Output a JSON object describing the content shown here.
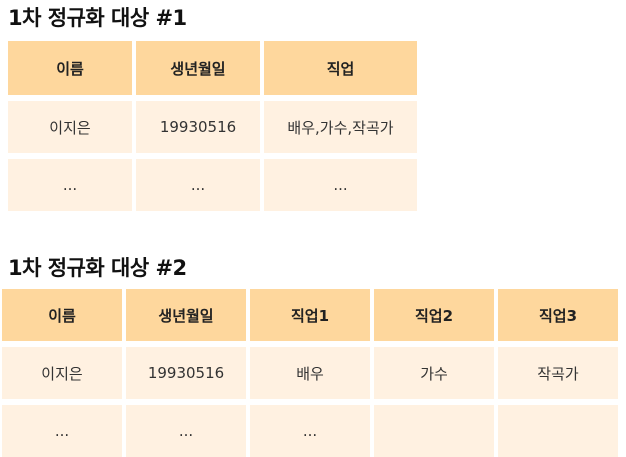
{
  "colors": {
    "header_bg": "#fed79d",
    "body_bg": "#fff1e1"
  },
  "table1": {
    "title": "1차 정규화 대상 #1",
    "headers": [
      "이름",
      "생년월일",
      "직업"
    ],
    "rows": [
      [
        "이지은",
        "19930516",
        "배우,가수,작곡가"
      ],
      [
        "...",
        "...",
        "..."
      ]
    ]
  },
  "table2": {
    "title": "1차 정규화 대상 #2",
    "headers": [
      "이름",
      "생년월일",
      "직업1",
      "직업2",
      "직업3"
    ],
    "rows": [
      [
        "이지은",
        "19930516",
        "배우",
        "가수",
        "작곡가"
      ],
      [
        "...",
        "...",
        "...",
        "",
        ""
      ]
    ]
  }
}
